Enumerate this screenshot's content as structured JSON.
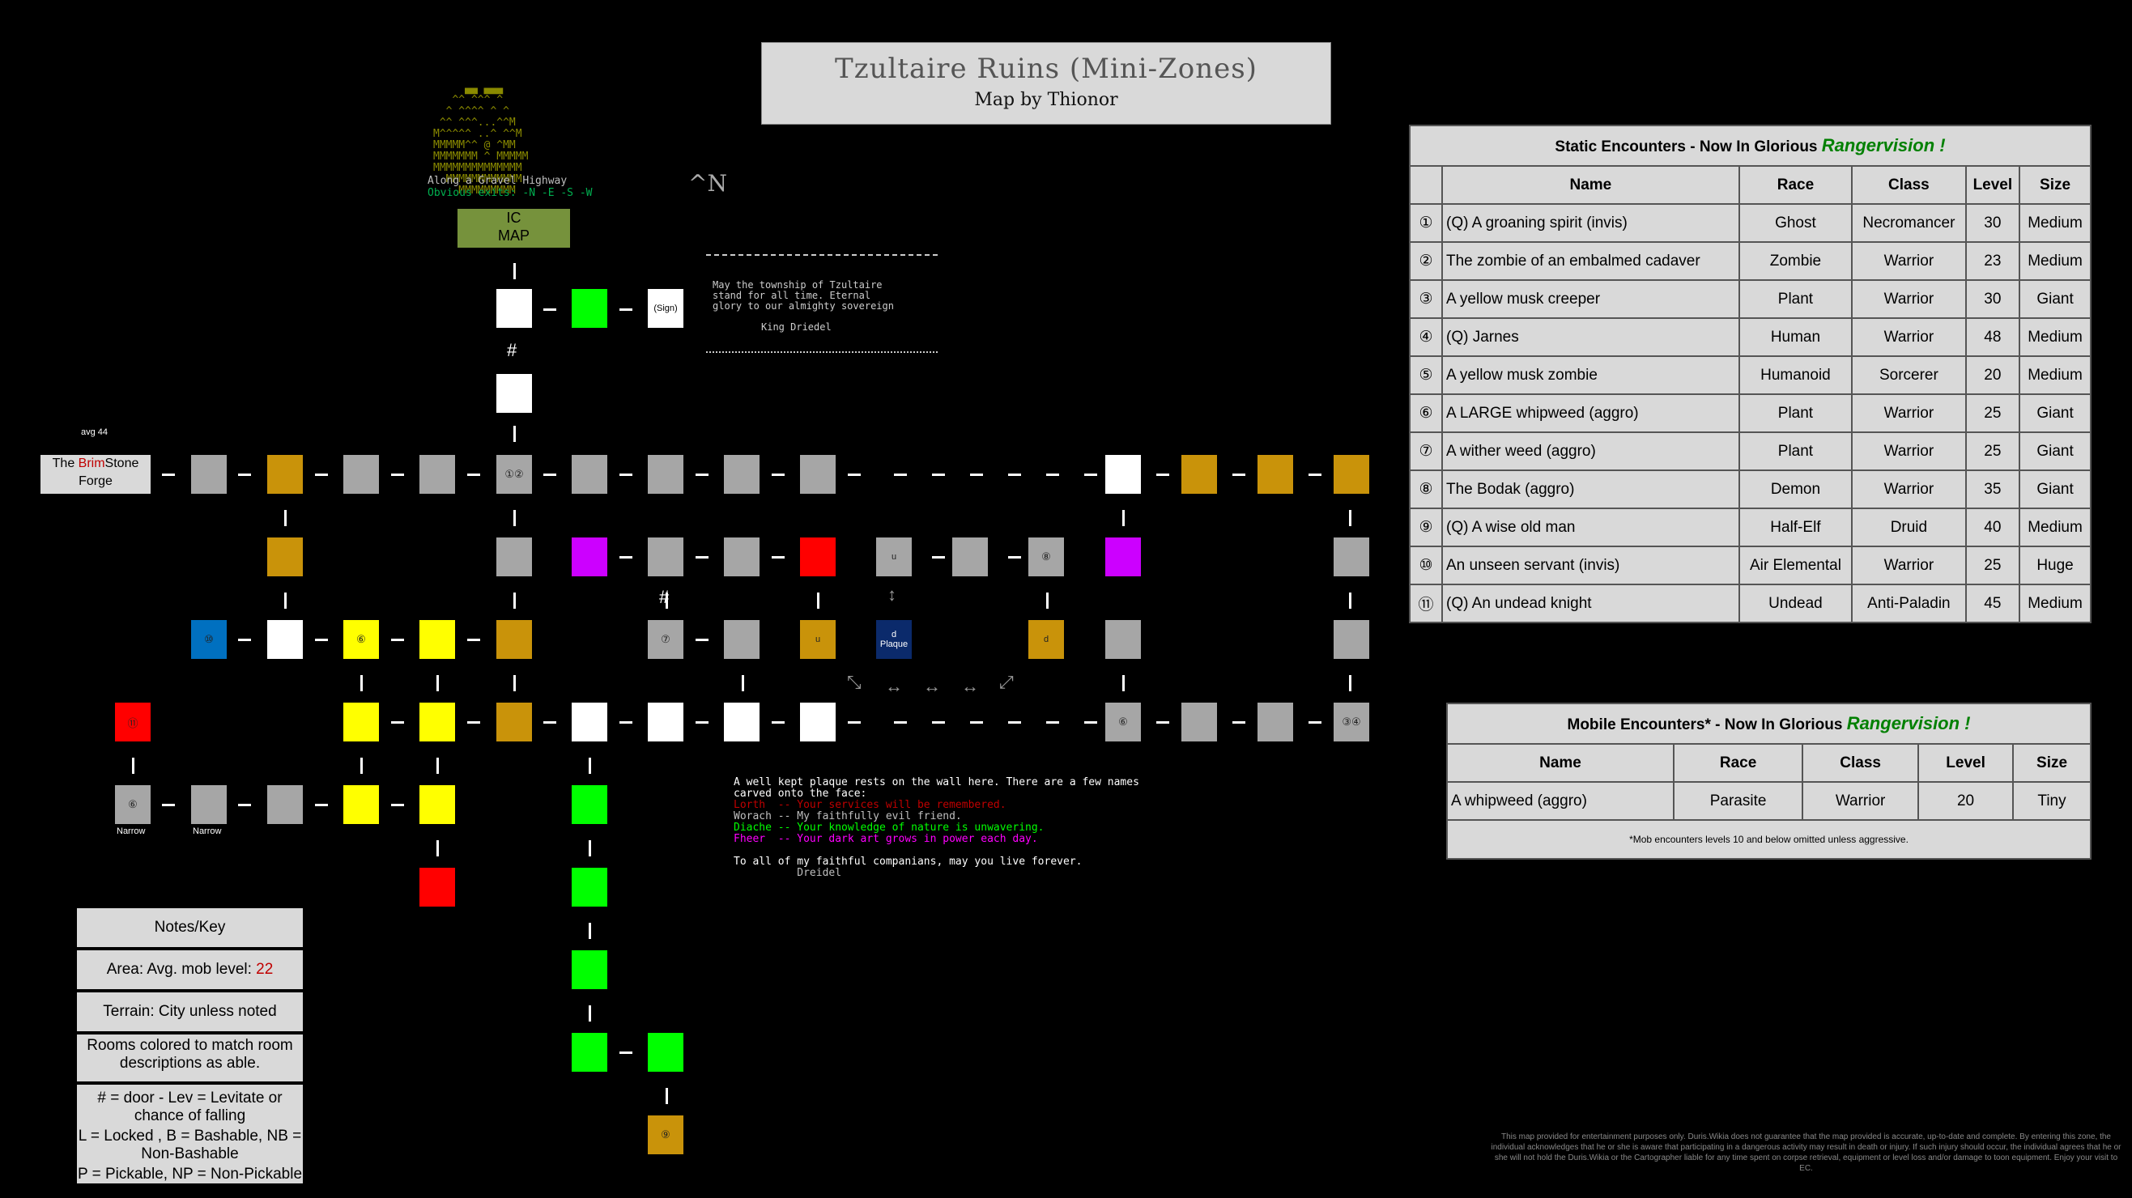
{
  "title": {
    "line1": "Tzultaire Ruins (Mini-Zones)",
    "line2": "Map by Thionor"
  },
  "compass": "^N",
  "ic_map": {
    "line1": "IC",
    "line2": "MAP"
  },
  "terminal": {
    "art": [
      "     ▄▄ ▄▄▄",
      "   ^^ ^^^ ^",
      "  ^ ^^^^ ^ ^",
      " ^^ ^^^...^^M",
      "M^^^^^ ..^ ^^M",
      "MMMMM^^ @ ^MM",
      "MMMMMMM ^ MMMMM",
      "MMMMMMMMMMMMMM",
      "  MMMMMMMMMMMM",
      "    MMMMMMMMM"
    ],
    "room_name": "Along a Gravel Highway",
    "exits": "Obvious exits: -N -E -S -W"
  },
  "sign": {
    "label": "(Sign)",
    "text": [
      "May the township of Tzultaire",
      "stand for all time. Eternal",
      "glory to our almighty sovereign",
      "",
      "King Driedel"
    ]
  },
  "forge": {
    "pre": "The ",
    "red": "Brim",
    "post": "Stone",
    "line2": "Forge",
    "avg": "avg 44"
  },
  "room_labels": {
    "door": "#",
    "narrow": "Narrow",
    "plaque": "Plaque",
    "u": "u",
    "d": "d",
    "r1": "①②",
    "r6": "⑥",
    "r7": "⑦",
    "r8": "⑧",
    "r9": "⑨",
    "r10": "⑩",
    "r11": "⑪",
    "r34": "③④"
  },
  "plaque": {
    "lines": [
      {
        "text": "A well kept plaque rests on the wall here. There are a few names",
        "color": "#ffffff"
      },
      {
        "text": "carved onto the face:",
        "color": "#ffffff"
      },
      {
        "text": "Lorth  -- Your services will be remembered.",
        "color": "#c00000"
      },
      {
        "text": "Worach -- My faithfully evil friend.",
        "color": "#bfbfbf"
      },
      {
        "text": "Diache -- Your knowledge of nature is unwavering.",
        "color": "#00ff00"
      },
      {
        "text": "Fheer  -- Your dark art grows in power each day.",
        "color": "#ff00ff"
      },
      {
        "text": "",
        "color": "#ffffff"
      },
      {
        "text": "To all of my faithful companians, may you live forever.",
        "color": "#ffffff"
      },
      {
        "text": "          Dreidel",
        "color": "#bfbfbf"
      }
    ]
  },
  "static": {
    "title_pre": "Static Encounters - Now In Glorious ",
    "title_em": "Rangervision !",
    "headers": [
      "Name",
      "Race",
      "Class",
      "Level",
      "Size"
    ],
    "rows": [
      {
        "n": "①",
        "name": "(Q) A groaning spirit (invis)",
        "race": "Ghost",
        "class": "Necromancer",
        "level": "30",
        "size": "Medium"
      },
      {
        "n": "②",
        "name": "The zombie of an embalmed cadaver",
        "race": "Zombie",
        "class": "Warrior",
        "level": "23",
        "size": "Medium"
      },
      {
        "n": "③",
        "name": "A yellow musk creeper",
        "race": "Plant",
        "class": "Warrior",
        "level": "30",
        "size": "Giant"
      },
      {
        "n": "④",
        "name": "(Q) Jarnes",
        "race": "Human",
        "class": "Warrior",
        "level": "48",
        "size": "Medium"
      },
      {
        "n": "⑤",
        "name": "A yellow musk zombie",
        "race": "Humanoid",
        "class": "Sorcerer",
        "level": "20",
        "size": "Medium"
      },
      {
        "n": "⑥",
        "name": "A LARGE whipweed (aggro)",
        "race": "Plant",
        "class": "Warrior",
        "level": "25",
        "size": "Giant"
      },
      {
        "n": "⑦",
        "name": "A wither weed (aggro)",
        "race": "Plant",
        "class": "Warrior",
        "level": "25",
        "size": "Giant"
      },
      {
        "n": "⑧",
        "name": "The Bodak (aggro)",
        "race": "Demon",
        "class": "Warrior",
        "level": "35",
        "size": "Giant"
      },
      {
        "n": "⑨",
        "name": "(Q) A wise old man",
        "race": "Half-Elf",
        "class": "Druid",
        "level": "40",
        "size": "Medium"
      },
      {
        "n": "⑩",
        "name": "An unseen servant (invis)",
        "race": "Air Elemental",
        "class": "Warrior",
        "level": "25",
        "size": "Huge"
      },
      {
        "n": "⑪",
        "name": "(Q) An undead knight",
        "race": "Undead",
        "class": "Anti-Paladin",
        "level": "45",
        "size": "Medium"
      }
    ]
  },
  "mobile": {
    "title_pre": "Mobile Encounters* - Now In Glorious ",
    "title_em": "Rangervision !",
    "headers": [
      "Name",
      "Race",
      "Class",
      "Level",
      "Size"
    ],
    "rows": [
      {
        "name": "A whipweed (aggro)",
        "race": "Parasite",
        "class": "Warrior",
        "level": "20",
        "size": "Tiny"
      }
    ],
    "footnote": "*Mob encounters levels 10 and below omitted unless aggressive."
  },
  "notes": {
    "title": "Notes/Key",
    "area_pre": "Area: Avg. mob level: ",
    "area_val": "22",
    "terrain": "Terrain: City unless noted",
    "rooms": "Rooms colored to match room descriptions as able.",
    "key1": "# = door - Lev = Levitate or chance of falling",
    "key2": "L = Locked , B = Bashable, NB = Non-Bashable",
    "key3": "P = Pickable, NP = Non-Pickable"
  },
  "disclaimer": "This map provided for entertainment purposes only. Duris.Wikia does not guarantee that the map provided is accurate, up-to-date and complete. By entering this zone, the individual acknowledges that he or she is aware that participating in a dangerous activity may result in death or injury. If such injury should occur, the individual agrees that he or she will not hold the Duris.Wikia or the Cartographer liable for any time spent on corpse retrieval, equipment or level loss and/or damage to toon equipment. Enjoy your visit to EC.",
  "colors": {
    "accent_green": "#008000",
    "red": "#ff0000",
    "ic_map": "#76923c"
  }
}
